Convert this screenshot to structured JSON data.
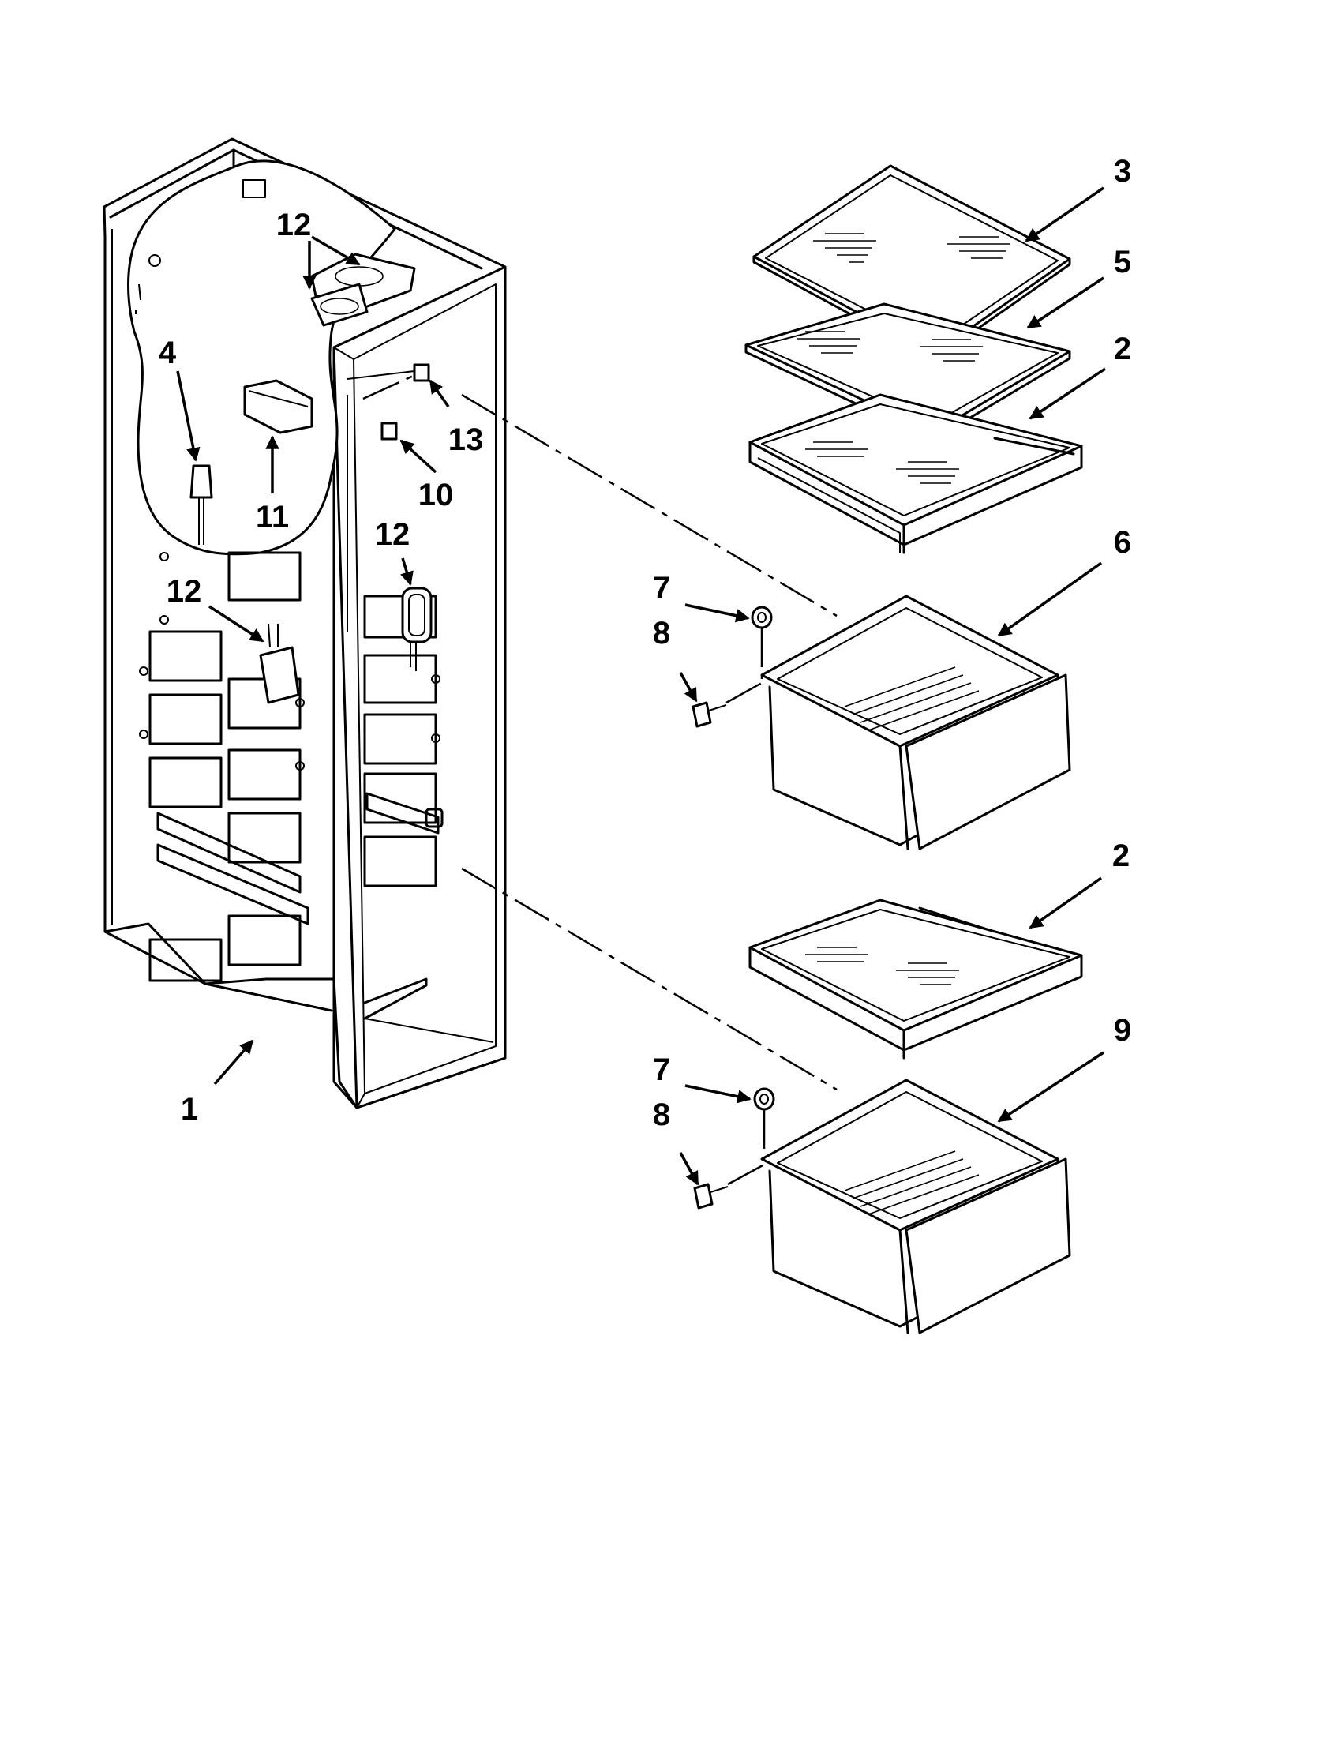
{
  "callouts": [
    {
      "id": "c1",
      "label": "1"
    },
    {
      "id": "c2a",
      "label": "2"
    },
    {
      "id": "c2b",
      "label": "2"
    },
    {
      "id": "c3",
      "label": "3"
    },
    {
      "id": "c4",
      "label": "4"
    },
    {
      "id": "c5",
      "label": "5"
    },
    {
      "id": "c6",
      "label": "6"
    },
    {
      "id": "c7a",
      "label": "7"
    },
    {
      "id": "c7b",
      "label": "7"
    },
    {
      "id": "c8a",
      "label": "8"
    },
    {
      "id": "c8b",
      "label": "8"
    },
    {
      "id": "c9",
      "label": "9"
    },
    {
      "id": "c10",
      "label": "10"
    },
    {
      "id": "c11",
      "label": "11"
    },
    {
      "id": "c12a",
      "label": "12"
    },
    {
      "id": "c12b",
      "label": "12"
    },
    {
      "id": "c12c",
      "label": "12"
    },
    {
      "id": "c13",
      "label": "13"
    }
  ]
}
